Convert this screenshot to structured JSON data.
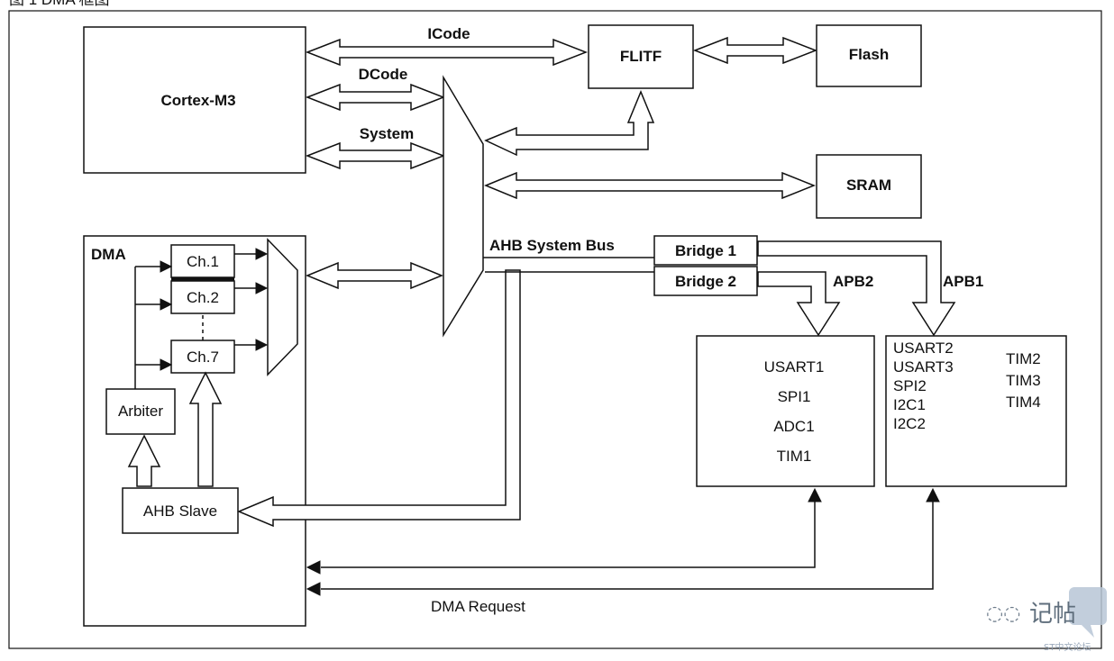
{
  "header_text": "图 1    DMA 框图",
  "blocks": {
    "cortex": "Cortex-M3",
    "flitf": "FLITF",
    "flash": "Flash",
    "sram": "SRAM",
    "dma": "DMA",
    "ch1": "Ch.1",
    "ch2": "Ch.2",
    "ch7": "Ch.7",
    "arbiter": "Arbiter",
    "ahb_slave": "AHB Slave",
    "bridge1": "Bridge 1",
    "bridge2": "Bridge 2"
  },
  "buses": {
    "icode": "ICode",
    "dcode": "DCode",
    "system": "System",
    "ahb_system_bus": "AHB System Bus",
    "apb2": "APB2",
    "apb1": "APB1",
    "dma_request": "DMA Request"
  },
  "apb2_peripherals": [
    "USART1",
    "SPI1",
    "ADC1",
    "TIM1"
  ],
  "apb1_peripherals_left": [
    "USART2",
    "USART3",
    "SPI2",
    "I2C1",
    "I2C2"
  ],
  "apb1_peripherals_right": [
    "TIM2",
    "TIM3",
    "TIM4"
  ],
  "watermark": {
    "main": "记帖",
    "sub": "ST中文论坛"
  },
  "colors": {
    "line": "#111111",
    "background": "#ffffff",
    "watermark": "#8a9bb0"
  }
}
